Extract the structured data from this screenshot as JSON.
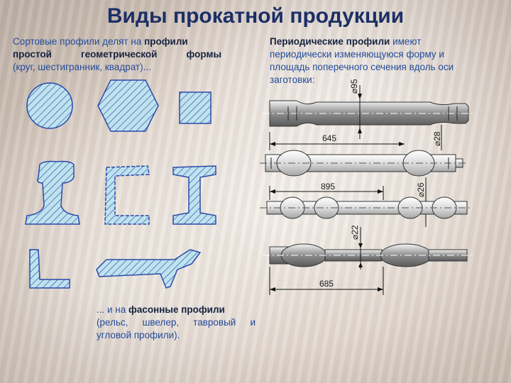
{
  "title": "Виды прокатной продукции",
  "left": {
    "line1": "Сортовые профили делят на",
    "line1_bold": "профили",
    "line2_words": [
      "простой",
      "геометрической",
      "формы"
    ],
    "line3": "(круг, шестигранник, квадрат)..."
  },
  "right": {
    "bold": "Периодические профили",
    "line1_rest": "имеют",
    "line2": "периодически изменяющуюся форму и",
    "line3": "площадь поперечного сечения вдоль оси",
    "line4": "заготовки:"
  },
  "bottom": {
    "line1_plain": "... и на",
    "line1_bold": "фасонные профили",
    "line2_words": [
      "(рельс,",
      "швелер,",
      "тавровый",
      "и"
    ],
    "line3": "угловой профили)."
  },
  "dimensions": {
    "d95": "⌀95",
    "d28": "⌀28",
    "d26": "⌀26",
    "d22": "⌀22",
    "l645": "645",
    "l895": "895",
    "l685": "685"
  },
  "colors": {
    "shape_fill": "#bfe3ee",
    "hatch": "#2a4aa8",
    "title": "#1c2f66",
    "text": "#244c9a"
  }
}
